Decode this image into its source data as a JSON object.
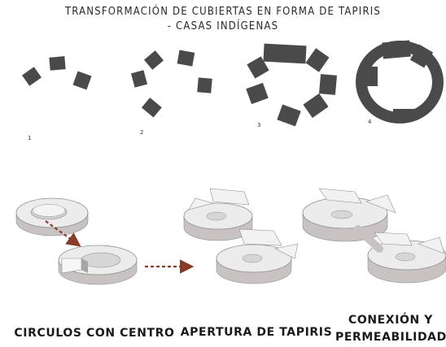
{
  "title": {
    "line1": "TRANSFORMACIÓN DE CUBIERTAS EN FORMA DE TAPIRIS",
    "line2": "- CASAS INDÍGENAS"
  },
  "steps": [
    "1",
    "2",
    "3",
    "4"
  ],
  "captions": {
    "circles": "CIRCULOS CON CENTRO",
    "opening": "APERTURA DE TAPIRIS",
    "connection_line1": "CONEXIÓN Y",
    "connection_line2": "PERMEABILIDAD"
  },
  "colors": {
    "block": "#4a4a4a",
    "arrow": "#8a3a28",
    "ring_top": "#ececec",
    "ring_side": "#c9c2c3"
  }
}
